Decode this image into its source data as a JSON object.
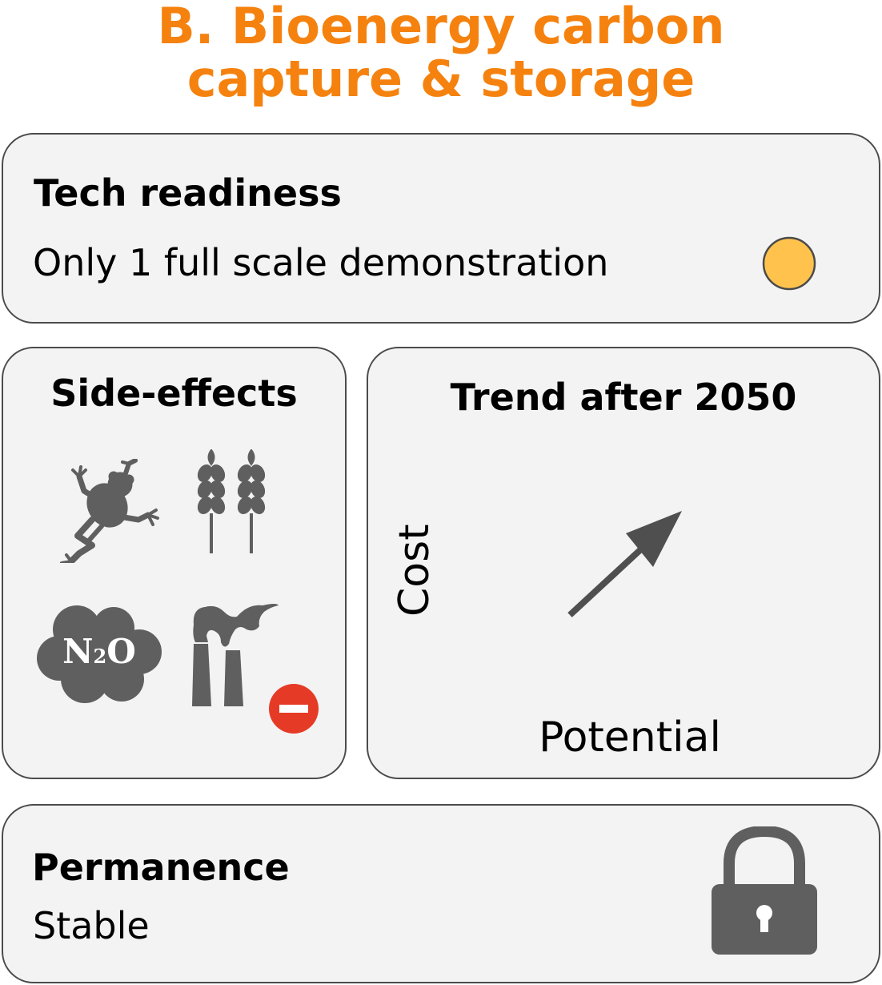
{
  "title": {
    "line1": "B. Bioenergy carbon",
    "line2": "capture & storage",
    "color": "#f5820f"
  },
  "tech_readiness": {
    "heading": "Tech readiness",
    "text": "Only 1 full scale demonstration",
    "indicator_color": "#ffc34d"
  },
  "side_effects": {
    "heading": "Side-effects",
    "icons": [
      "frog-icon",
      "wheat-icon",
      "n2o-cloud-icon",
      "factory-icon",
      "minus-badge-icon"
    ],
    "n2o_label": {
      "n": "N",
      "sub": "2",
      "o": "O"
    },
    "minus_color": "#e53b26"
  },
  "trend": {
    "heading": "Trend after 2050",
    "y_label": "Cost",
    "x_label": "Potential",
    "arrow_direction": "up-right"
  },
  "permanence": {
    "heading": "Permanence",
    "text": "Stable",
    "icon": "lock-icon"
  }
}
